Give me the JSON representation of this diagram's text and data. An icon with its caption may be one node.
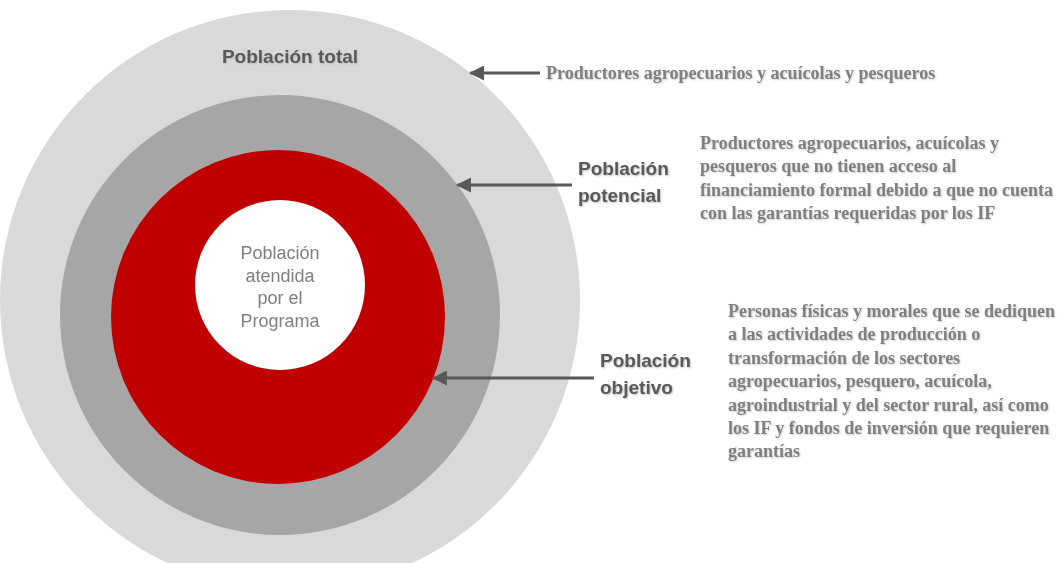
{
  "diagram": {
    "nodes": [
      {
        "text": [
          "Población total"
        ]
      },
      {
        "text": [],
        "shape": "circle",
        "in": 0
      },
      {
        "text": [],
        "shape": "circle",
        "in": 1
      },
      {
        "text": [
          "Población atendida por el Programa"
        ],
        "in": 2
      },
      {
        "text": [
          "Productores agropecuarios y acuícolas y pesqueros"
        ]
      },
      {
        "text": [
          "Población potencial"
        ]
      },
      {
        "text": [
          "Productores agropecuarios, acuícolas y pesqueros que no tienen acceso al financiamiento formal debido a que no cuenta con las garantías requeridas por los IF"
        ]
      },
      {
        "text": [
          "Población objetivo"
        ]
      },
      {
        "text": [
          "Personas físicas y morales que se dediquen a las actividades de producción o transformación de los sectores agropecuarios, pesquero, acuícola, agroindustrial y del sector rural, así como los IF y fondos de inversión que requieren garantías"
        ]
      }
    ],
    "edges": [
      {
        "from": 4,
        "to": 0,
        "arrow": "to"
      },
      {
        "from": 5,
        "to": 1,
        "arrow": "to"
      },
      {
        "from": 7,
        "to": 2,
        "arrow": "to"
      }
    ]
  }
}
